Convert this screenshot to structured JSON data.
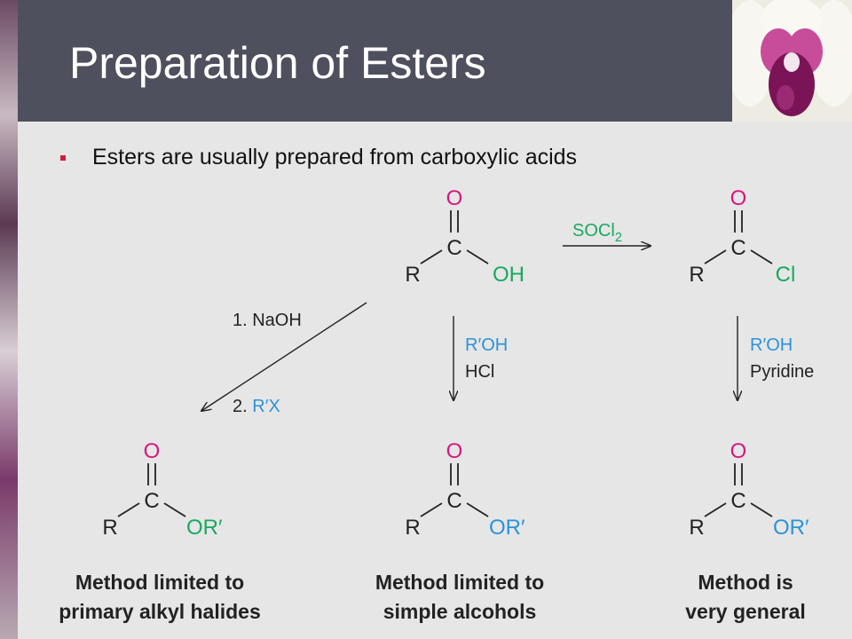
{
  "slide": {
    "title": "Preparation of Esters",
    "bullet": "Esters are usually prepared from carboxylic acids"
  },
  "scheme": {
    "start": {
      "o": "O",
      "c": "C",
      "r": "R",
      "oh": "OH"
    },
    "acyl_chloride": {
      "o": "O",
      "c": "C",
      "r": "R",
      "cl": "Cl"
    },
    "reagent_socl2": {
      "base": "SOCl",
      "sub": "2"
    },
    "route_left": {
      "step1": "1. NaOH",
      "step2_prefix": "2. ",
      "step2_reagent": "R′X"
    },
    "route_middle": {
      "line1": "R′OH",
      "line2": "HCl"
    },
    "route_right": {
      "line1": "R′OH",
      "line2": "Pyridine"
    },
    "products": [
      {
        "o": "O",
        "c": "C",
        "r": "R",
        "or": "OR′",
        "caption_line1": "Method limited to",
        "caption_line2": "primary alkyl halides"
      },
      {
        "o": "O",
        "c": "C",
        "r": "R",
        "or": "OR′",
        "caption_line1": "Method limited to",
        "caption_line2": "simple alcohols"
      },
      {
        "o": "O",
        "c": "C",
        "r": "R",
        "or": "OR′",
        "caption_line1": "Method is",
        "caption_line2": "very general"
      }
    ]
  },
  "colors": {
    "title_bar": "#4f505e",
    "background": "#e6e6e6",
    "oxygen": "#d6177f",
    "green": "#18a95e",
    "blue": "#2b93d8",
    "bullet": "#cc1f3a"
  }
}
